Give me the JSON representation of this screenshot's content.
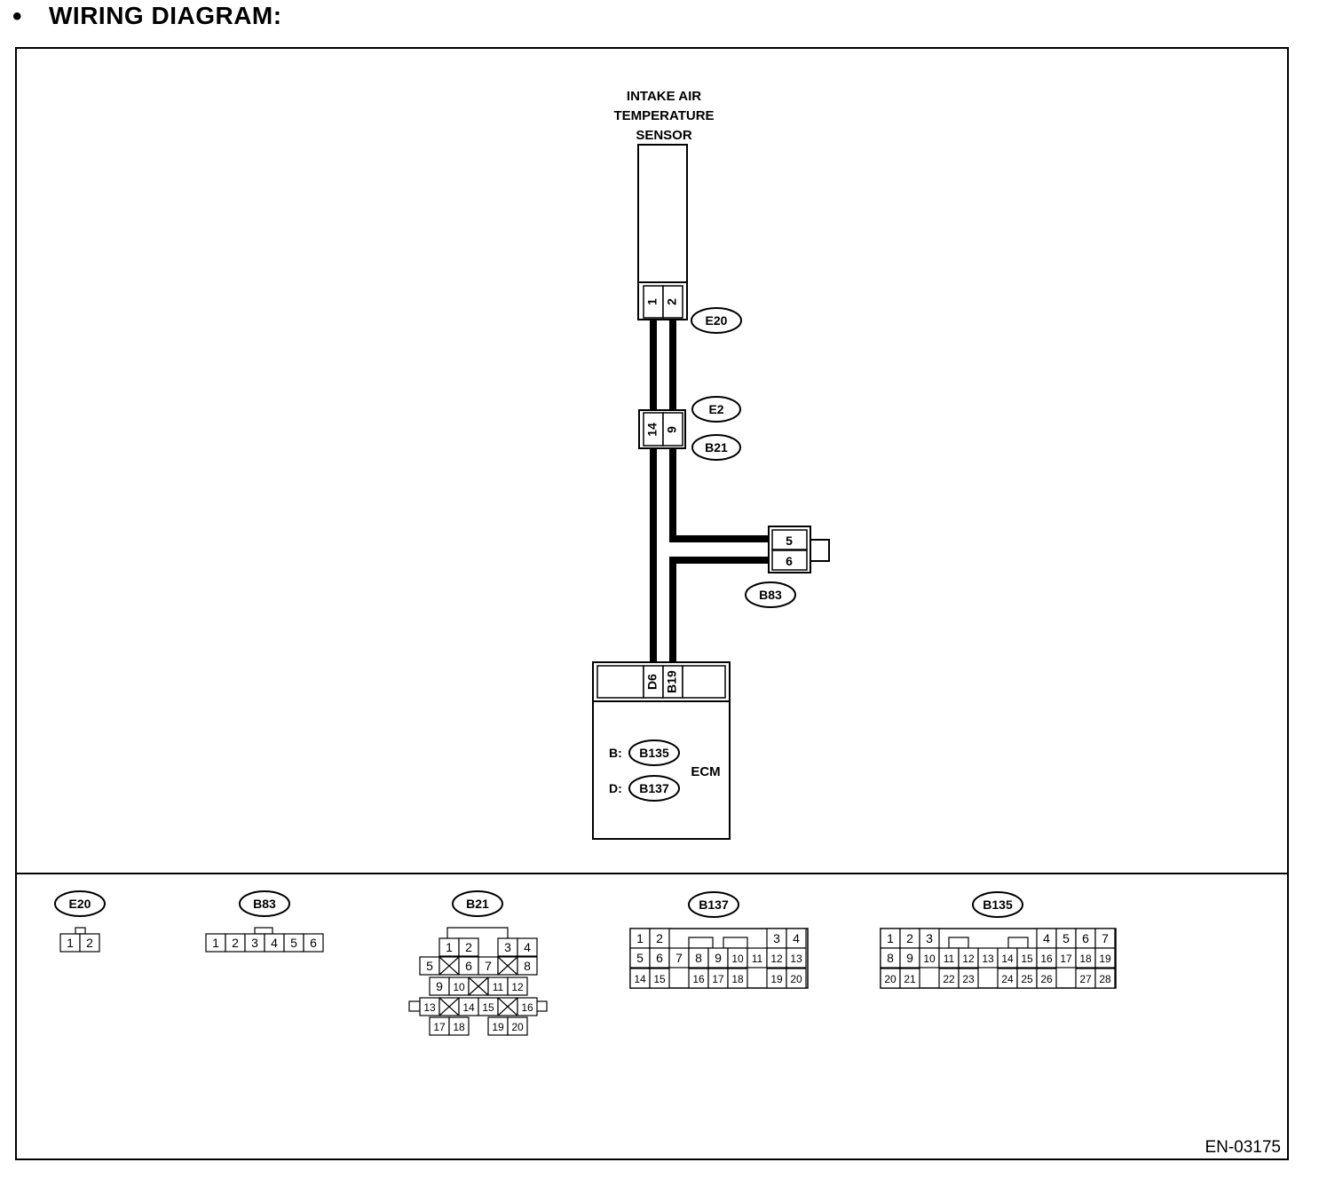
{
  "heading": {
    "bullet": "•",
    "title": "WIRING DIAGRAM:"
  },
  "sensor": {
    "label_lines": [
      "INTAKE AIR",
      "TEMPERATURE",
      "SENSOR"
    ],
    "pins": [
      "1",
      "2"
    ],
    "connector": "E20"
  },
  "joint_connector": {
    "pins": [
      "14",
      "9"
    ],
    "connectors": [
      "E2",
      "B21"
    ]
  },
  "b83_connector": {
    "pins": [
      "5",
      "6"
    ],
    "connector": "B83"
  },
  "ecm": {
    "label": "ECM",
    "pins": [
      "D6",
      "B19"
    ],
    "connector_keys": [
      {
        "prefix": "B:",
        "connector": "B135"
      },
      {
        "prefix": "D:",
        "connector": "B137"
      }
    ]
  },
  "connector_views": {
    "e20": {
      "name": "E20",
      "pins": [
        "1",
        "2"
      ]
    },
    "b83": {
      "name": "B83",
      "pins": [
        "1",
        "2",
        "3",
        "4",
        "5",
        "6"
      ]
    },
    "b21": {
      "name": "B21",
      "pins": [
        "1",
        "2",
        "3",
        "4",
        "5",
        "6",
        "7",
        "8",
        "9",
        "10",
        "11",
        "12",
        "13",
        "14",
        "15",
        "16",
        "17",
        "18",
        "19",
        "20"
      ]
    },
    "b137": {
      "name": "B137",
      "pins": [
        "1",
        "2",
        "3",
        "4",
        "5",
        "6",
        "7",
        "8",
        "9",
        "10",
        "11",
        "12",
        "13",
        "14",
        "15",
        "16",
        "17",
        "18",
        "19",
        "20"
      ]
    },
    "b135": {
      "name": "B135",
      "pins": [
        "1",
        "2",
        "3",
        "4",
        "5",
        "6",
        "7",
        "8",
        "9",
        "10",
        "11",
        "12",
        "13",
        "14",
        "15",
        "16",
        "17",
        "18",
        "19",
        "20",
        "21",
        "22",
        "23",
        "24",
        "25",
        "26",
        "27",
        "28"
      ]
    }
  },
  "diagram_code": "EN-03175"
}
